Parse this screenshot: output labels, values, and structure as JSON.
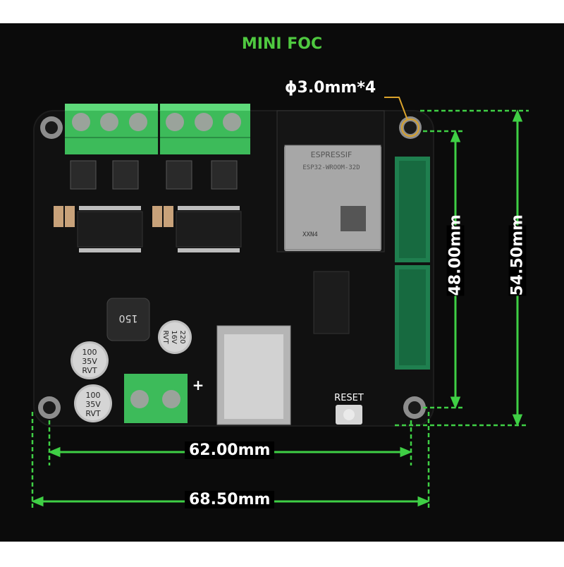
{
  "title": "MINI FOC",
  "hole_label": "ϕ3.0mm*4",
  "dimensions": {
    "inner_width": "62.00mm",
    "outer_width": "68.50mm",
    "inner_height": "48.00mm",
    "outer_height": "54.50mm"
  },
  "board_markings": {
    "module_brand": "ESPRESSIF",
    "module_model": "ESP32-WROOM-32D",
    "module_code": "XXN4",
    "cap1": [
      "100",
      "35V",
      "RVT"
    ],
    "cap2": [
      "100",
      "35V",
      "RVT"
    ],
    "cap3": [
      "220",
      "16V",
      "RVT"
    ],
    "inductor": "150",
    "reset_label": "RESET",
    "plus_sign": "+"
  },
  "colors": {
    "background": "#0b0b0b",
    "title": "#4fc940",
    "dimension_line": "#3fcf45",
    "hole_line": "#d9a22b",
    "pcb": "#111111",
    "terminal": "#3dbb5a",
    "header": "#1f7f4f"
  }
}
